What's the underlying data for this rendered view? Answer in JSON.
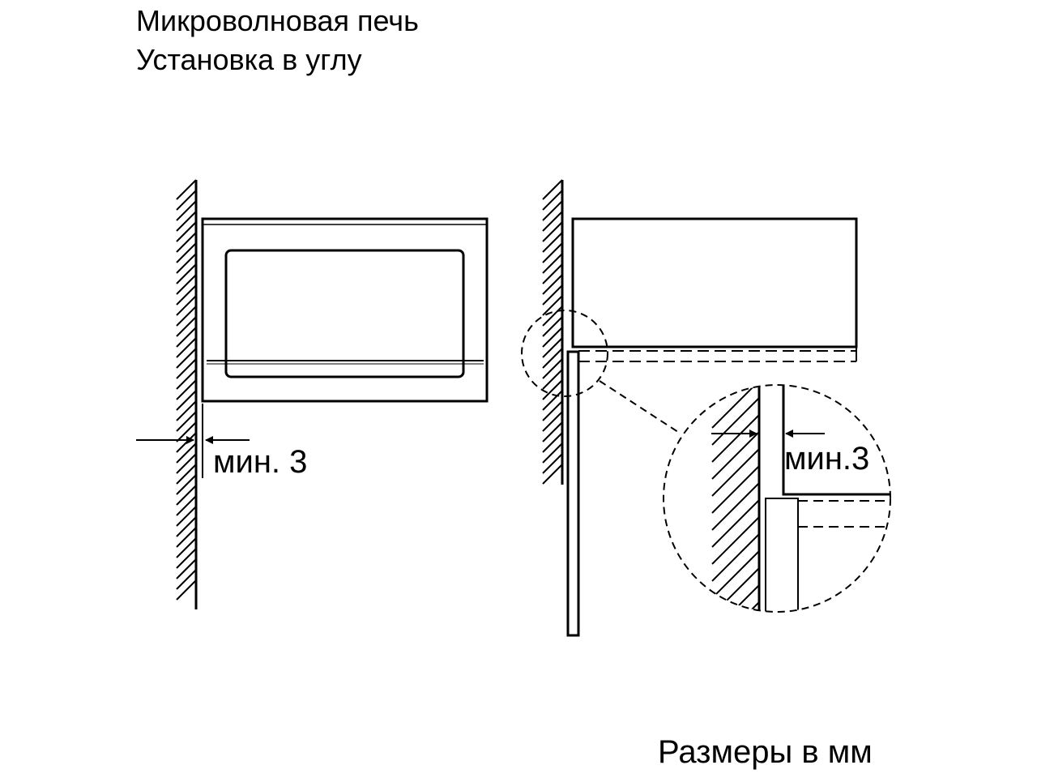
{
  "header": {
    "title": "Микроволновая печь",
    "subtitle": "Установка в углу"
  },
  "left_view": {
    "dimension_label": "мин. 3"
  },
  "right_view": {
    "dimension_label": "мин.3"
  },
  "footer": {
    "units_note": "Размеры в мм"
  }
}
